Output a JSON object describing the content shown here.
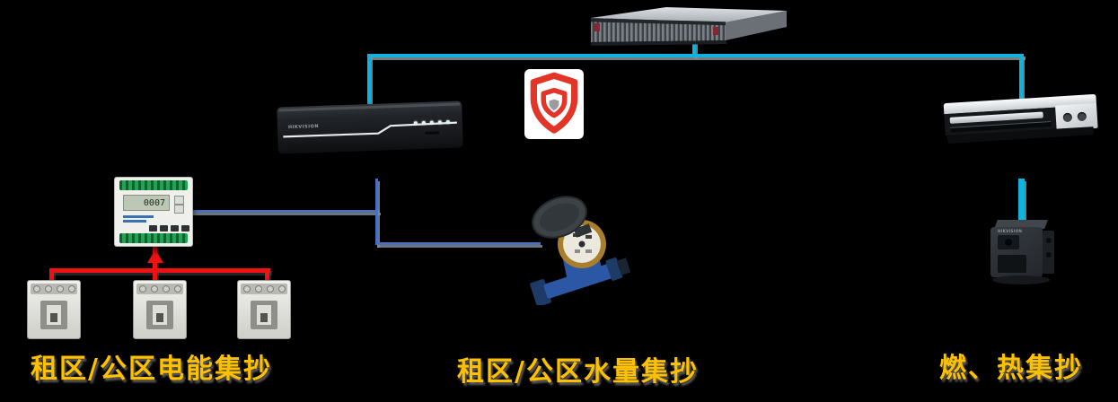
{
  "canvas": {
    "width": "1245",
    "height": "448",
    "background": "#000000"
  },
  "labels": {
    "electric": "租区/公区电能集抄",
    "water": "租区/公区水量集抄",
    "gas_heat": "燃、热集抄",
    "color": "#FFC000"
  },
  "colors": {
    "backbone_line": "#10B2DE",
    "meter_line": "#4A6FC0",
    "ct_line": "#F01212",
    "line_shadow": "#8B9094",
    "shield_red": "#E23427"
  },
  "devices": {
    "server": "rack-server",
    "collection_host": "nvr-host",
    "collection_host_brand": "HIKVISION",
    "security_logo": "shield-logo",
    "decoder_unit": "rack-decoder",
    "energy_meter_lcd": "0007",
    "gas_heat_module_brand": "HIKVISION",
    "current_transformer_count": "3",
    "water_meter": "water-meter"
  }
}
